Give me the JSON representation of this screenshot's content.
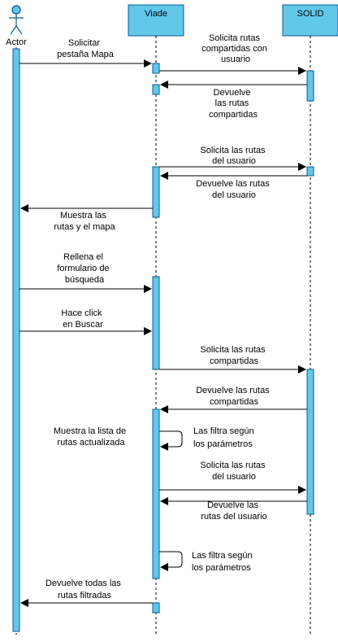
{
  "participants": {
    "actor": "Actor",
    "viade": "Viade",
    "solid": "SOLID"
  },
  "messages": [
    {
      "id": "m1",
      "lines": [
        "Solicitar",
        "pestaña Mapa"
      ]
    },
    {
      "id": "m2",
      "lines": [
        "Solicita rutas",
        "compartidas con",
        "usuario"
      ]
    },
    {
      "id": "m3",
      "lines": [
        "Devuelve",
        "las rutas",
        "compartidas"
      ]
    },
    {
      "id": "m4",
      "lines": [
        "Solicita las rutas",
        "del usuario"
      ]
    },
    {
      "id": "m5",
      "lines": [
        "Devuelve las rutas",
        "del usuario"
      ]
    },
    {
      "id": "m6",
      "lines": [
        "Muestra las",
        "rutas y el mapa"
      ]
    },
    {
      "id": "m7",
      "lines": [
        "Rellena el",
        "formulario de",
        "búsqueda"
      ]
    },
    {
      "id": "m8",
      "lines": [
        "Hace click",
        "en Buscar"
      ]
    },
    {
      "id": "m9",
      "lines": [
        "Solicita las rutas",
        "compartidas"
      ]
    },
    {
      "id": "m10",
      "lines": [
        "Devuelve las rutas",
        "compartidas"
      ]
    },
    {
      "id": "m11",
      "lines": [
        "Muestra la lista de",
        "rutas actualizada"
      ]
    },
    {
      "id": "m12",
      "lines": [
        "Las filtra según",
        "los parámetros"
      ]
    },
    {
      "id": "m13",
      "lines": [
        "Solicita las rutas",
        "del usuario"
      ]
    },
    {
      "id": "m14",
      "lines": [
        "Devuelve las",
        "rutas del usuario"
      ]
    },
    {
      "id": "m15",
      "lines": [
        "Las filtra según",
        "los parámetros"
      ]
    },
    {
      "id": "m16",
      "lines": [
        "Devuelve todas las",
        "rutas filtradas"
      ]
    }
  ],
  "colors": {
    "box_fill": "#62c8ea",
    "box_stroke": "#0a5b8f",
    "activation_fill": "#62c8ea",
    "line": "#000000",
    "lifeline": "#000000"
  }
}
